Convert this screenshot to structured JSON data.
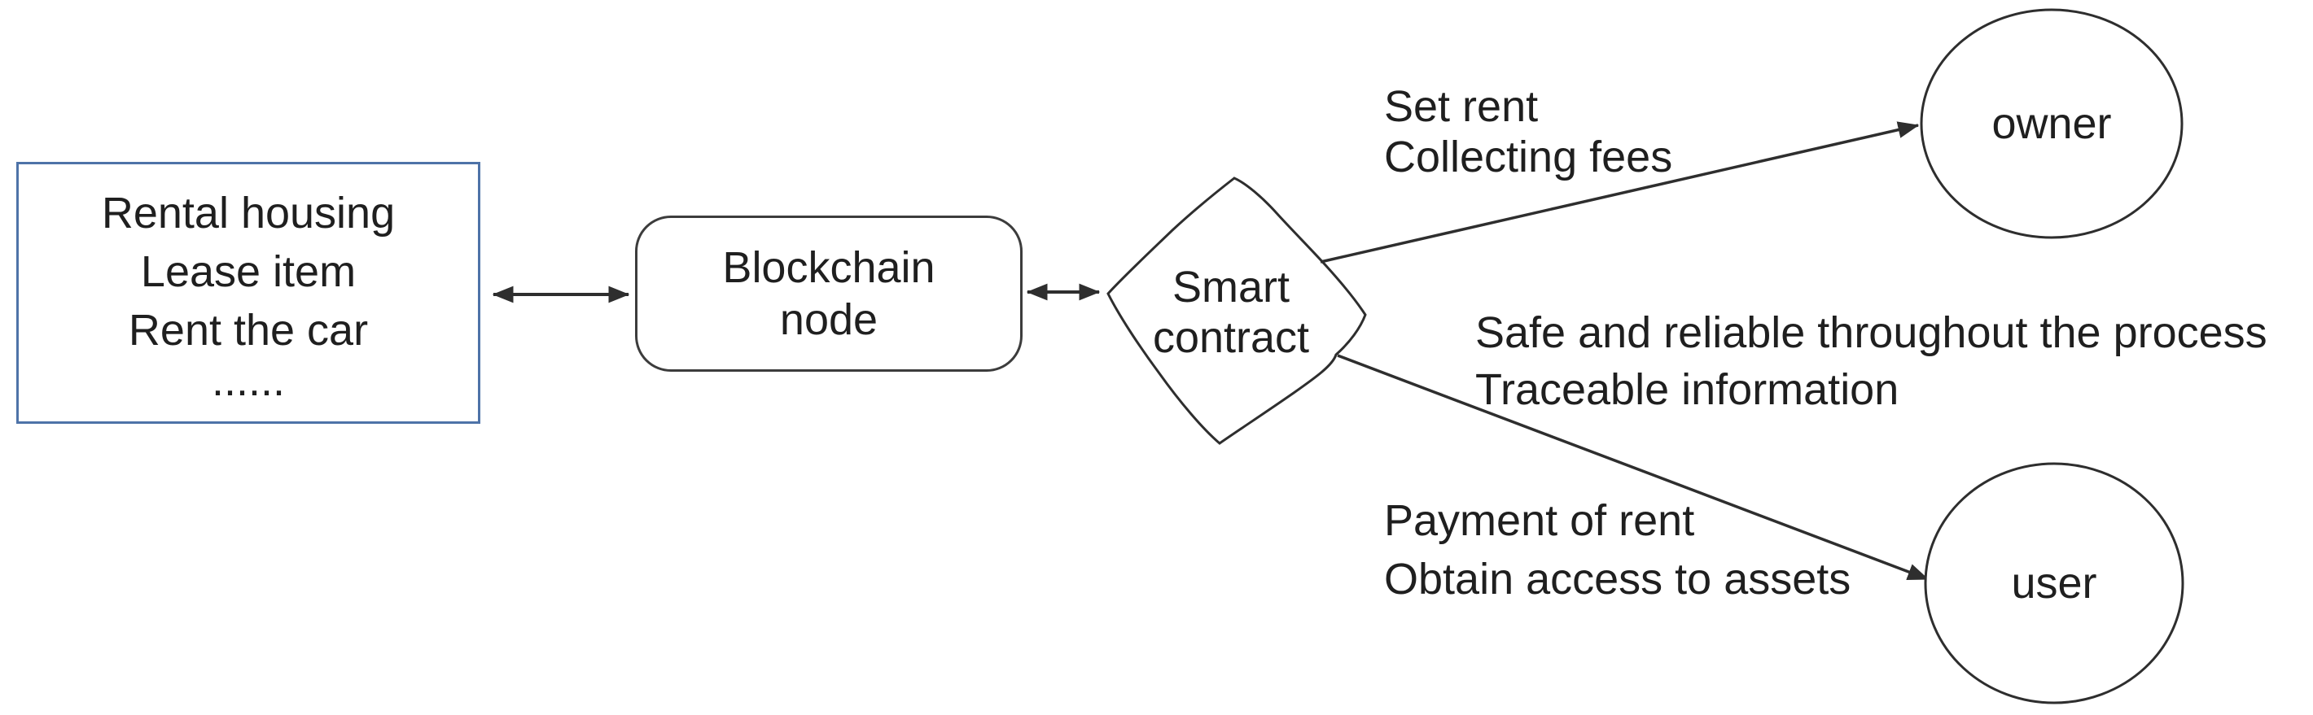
{
  "figure": {
    "background_color": "#ffffff",
    "line_color": "#2e2e2e",
    "text_color": "#1f1f1f",
    "use_cases_border_color": "#4e73a8"
  },
  "nodes": {
    "use_cases": {
      "lines": [
        "Rental housing",
        "Lease item",
        "Rent the car",
        "......"
      ]
    },
    "blockchain_node": {
      "lines": [
        "Blockchain",
        "node"
      ]
    },
    "smart_contract": {
      "lines": [
        "Smart",
        "contract"
      ]
    },
    "owner": {
      "label": "owner"
    },
    "user": {
      "label": "user"
    }
  },
  "edge_labels": {
    "owner_edge": {
      "lines": [
        "Set rent",
        "Collecting fees"
      ]
    },
    "process_note": {
      "lines": [
        "Safe and reliable throughout the process",
        "Traceable information"
      ]
    },
    "user_edge": {
      "lines": [
        "Payment of rent",
        "Obtain access to assets"
      ]
    }
  }
}
